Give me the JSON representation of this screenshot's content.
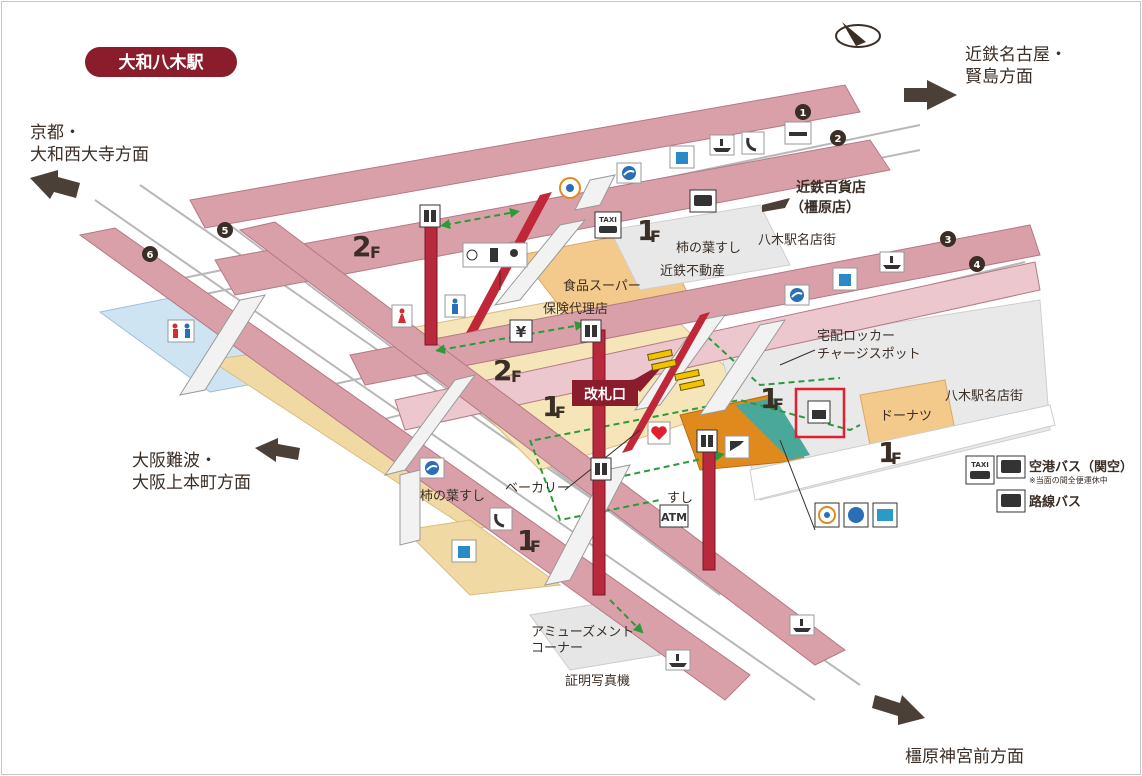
{
  "station_name": "大和八木駅",
  "colors": {
    "station_badge": "#8b1c2b",
    "platform": "#d9a0a9",
    "concourse": "#f1d9a3",
    "shop": "#f4c98c",
    "orange_area": "#e08a1e",
    "blue_area": "#cfe4f2",
    "gray_area": "#e6e6e6",
    "highlight_box": "#e02030",
    "route": "#2a9a3a",
    "arrow": "#4a4038"
  },
  "directions": {
    "nagoya_line1": "近鉄名古屋・",
    "nagoya_line2": "賢島方面",
    "kyoto_line1": "京都・",
    "kyoto_line2": "大和西大寺方面",
    "osaka_line1": "大阪難波・",
    "osaka_line2": "大阪上本町方面",
    "kashihara": "橿原神宮前方面"
  },
  "department_store": {
    "line1": "近鉄百貨店",
    "line2": "（橿原店）"
  },
  "floors": {
    "f2_upper": "2",
    "f2_mid": "2",
    "f1_taxi": "1",
    "f1_center": "1",
    "f1_right": "1",
    "f1_lower_right": "1",
    "f1_bottom": "1",
    "suffix": "F"
  },
  "ticket_gate": "改札口",
  "places": {
    "kakinoha_top": "柿の葉すし",
    "meitengai_top": "八木駅名店街",
    "kintetsu_fudosan": "近鉄不動産",
    "food_super": "食品スーパー",
    "hoken": "保険代理店",
    "locker_line1": "宅配ロッカー",
    "locker_line2": "チャージスポット",
    "meitengai_right": "八木駅名店街",
    "donuts": "ドーナツ",
    "bakery": "ベーカリー",
    "sushi": "すし",
    "kakinoha_left": "柿の葉すし",
    "amusement_line1": "アミューズメント",
    "amusement_line2": "コーナー",
    "photo_booth": "証明写真機"
  },
  "platform_numbers": [
    "1",
    "2",
    "3",
    "4",
    "5",
    "6"
  ],
  "icon_text": {
    "taxi": "TAXI",
    "atm": "ATM",
    "yen": "¥"
  },
  "legend": {
    "taxi_label": "TAXI",
    "airport_bus": "空港バス（関空）",
    "airport_bus_note": "※当面の間全便運休中",
    "route_bus": "路線バス"
  }
}
